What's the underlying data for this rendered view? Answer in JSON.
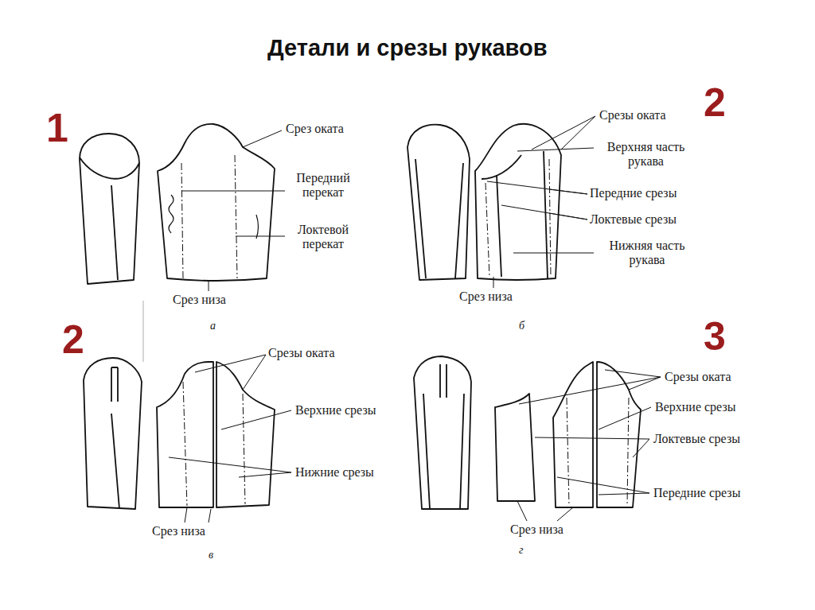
{
  "diagram": {
    "title": "Детали и срезы рукавов",
    "labels": [
      "1",
      "Срез оката",
      "Передний перекат",
      "Локтевой перекат",
      "Срез низа",
      "а",
      "2",
      "Срезы оката",
      "Верхняя часть рукава",
      "Передние срезы",
      "Локтевые срезы",
      "Нижняя часть рукава",
      "Срез низа",
      "б",
      "2",
      "Срезы оката",
      "Верхние срезы",
      "Нижние срезы",
      "Срез низа",
      "в",
      "3",
      "Срезы оката",
      "Верхние срезы",
      "Локтевые срезы",
      "Передние срезы",
      "Срез низа",
      "г"
    ]
  }
}
